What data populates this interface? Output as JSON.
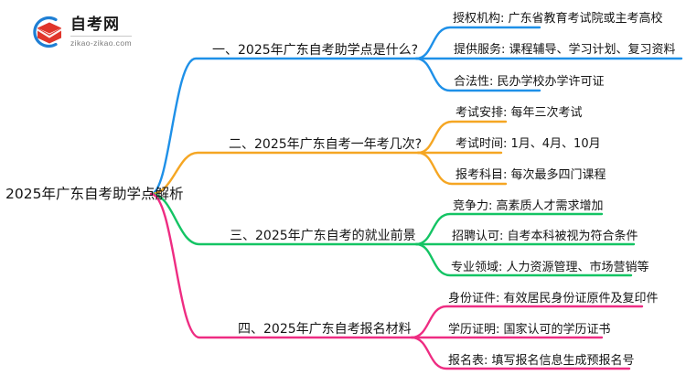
{
  "logo": {
    "name_cn": "自考网",
    "url": "zikao-zikao.com",
    "mark_outer_color": "#1f7fd4",
    "mark_inner_color": "#e0352b"
  },
  "mindmap": {
    "root": {
      "label": "2025年广东自考助学点解析"
    },
    "branches": [
      {
        "label": "一、2025年广东自考助学点是什么?",
        "color": "#1e90e8",
        "children": [
          {
            "label": "授权机构: 广东省教育考试院或主考高校"
          },
          {
            "label": "提供服务: 课程辅导、学习计划、复习资料"
          },
          {
            "label": "合法性: 民办学校办学许可证"
          }
        ]
      },
      {
        "label": "二、2025年广东自考一年考几次?",
        "color": "#f5a623",
        "children": [
          {
            "label": "考试安排: 每年三次考试"
          },
          {
            "label": "考试时间: 1月、4月、10月"
          },
          {
            "label": "报考科目: 每次最多四门课程"
          }
        ]
      },
      {
        "label": "三、2025年广东自考的就业前景",
        "color": "#14c464",
        "children": [
          {
            "label": "竞争力: 高素质人才需求增加"
          },
          {
            "label": "招聘认可: 自考本科被视为符合条件"
          },
          {
            "label": "专业领域: 人力资源管理、市场营销等"
          }
        ]
      },
      {
        "label": "四、2025年广东自考报名材料",
        "color": "#ee2c82",
        "children": [
          {
            "label": "身份证件: 有效居民身份证原件及复印件"
          },
          {
            "label": "学历证明: 国家认可的学历证书"
          },
          {
            "label": "报名表: 填写报名信息生成预报名号"
          }
        ]
      }
    ]
  }
}
